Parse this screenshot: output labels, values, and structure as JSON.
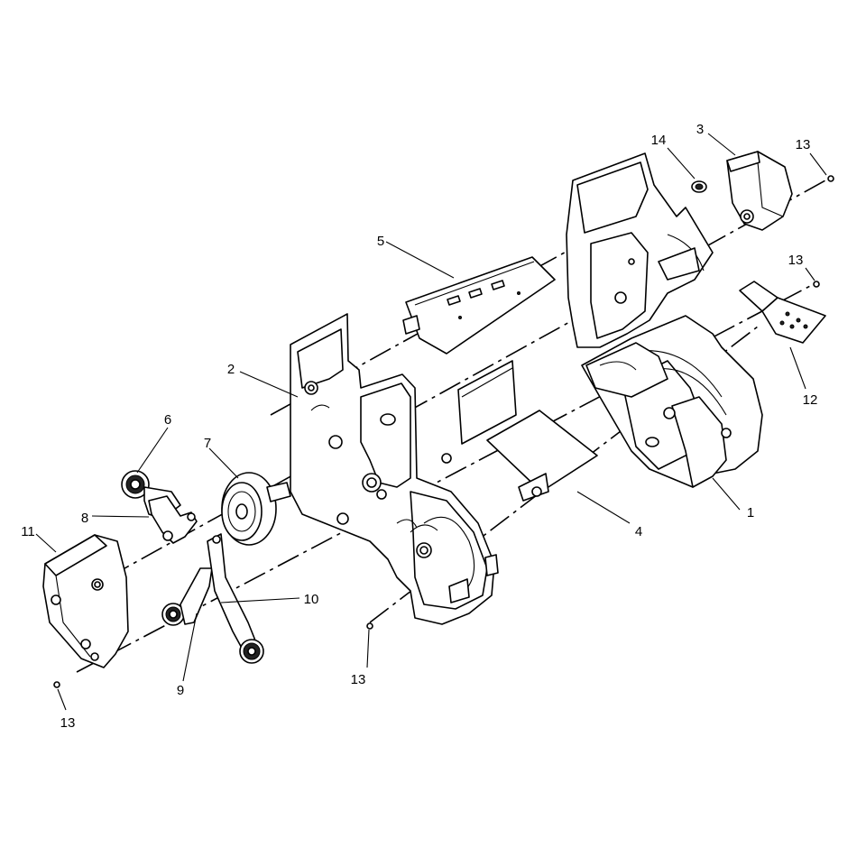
{
  "callouts": {
    "c1": "1",
    "c2": "2",
    "c3": "3",
    "c4": "4",
    "c5": "5",
    "c6": "6",
    "c7": "7",
    "c8": "8",
    "c9": "9",
    "c10": "10",
    "c11": "11",
    "c12": "12",
    "c13a": "13",
    "c13b": "13",
    "c13c": "13",
    "c13d": "13",
    "c14": "14"
  }
}
